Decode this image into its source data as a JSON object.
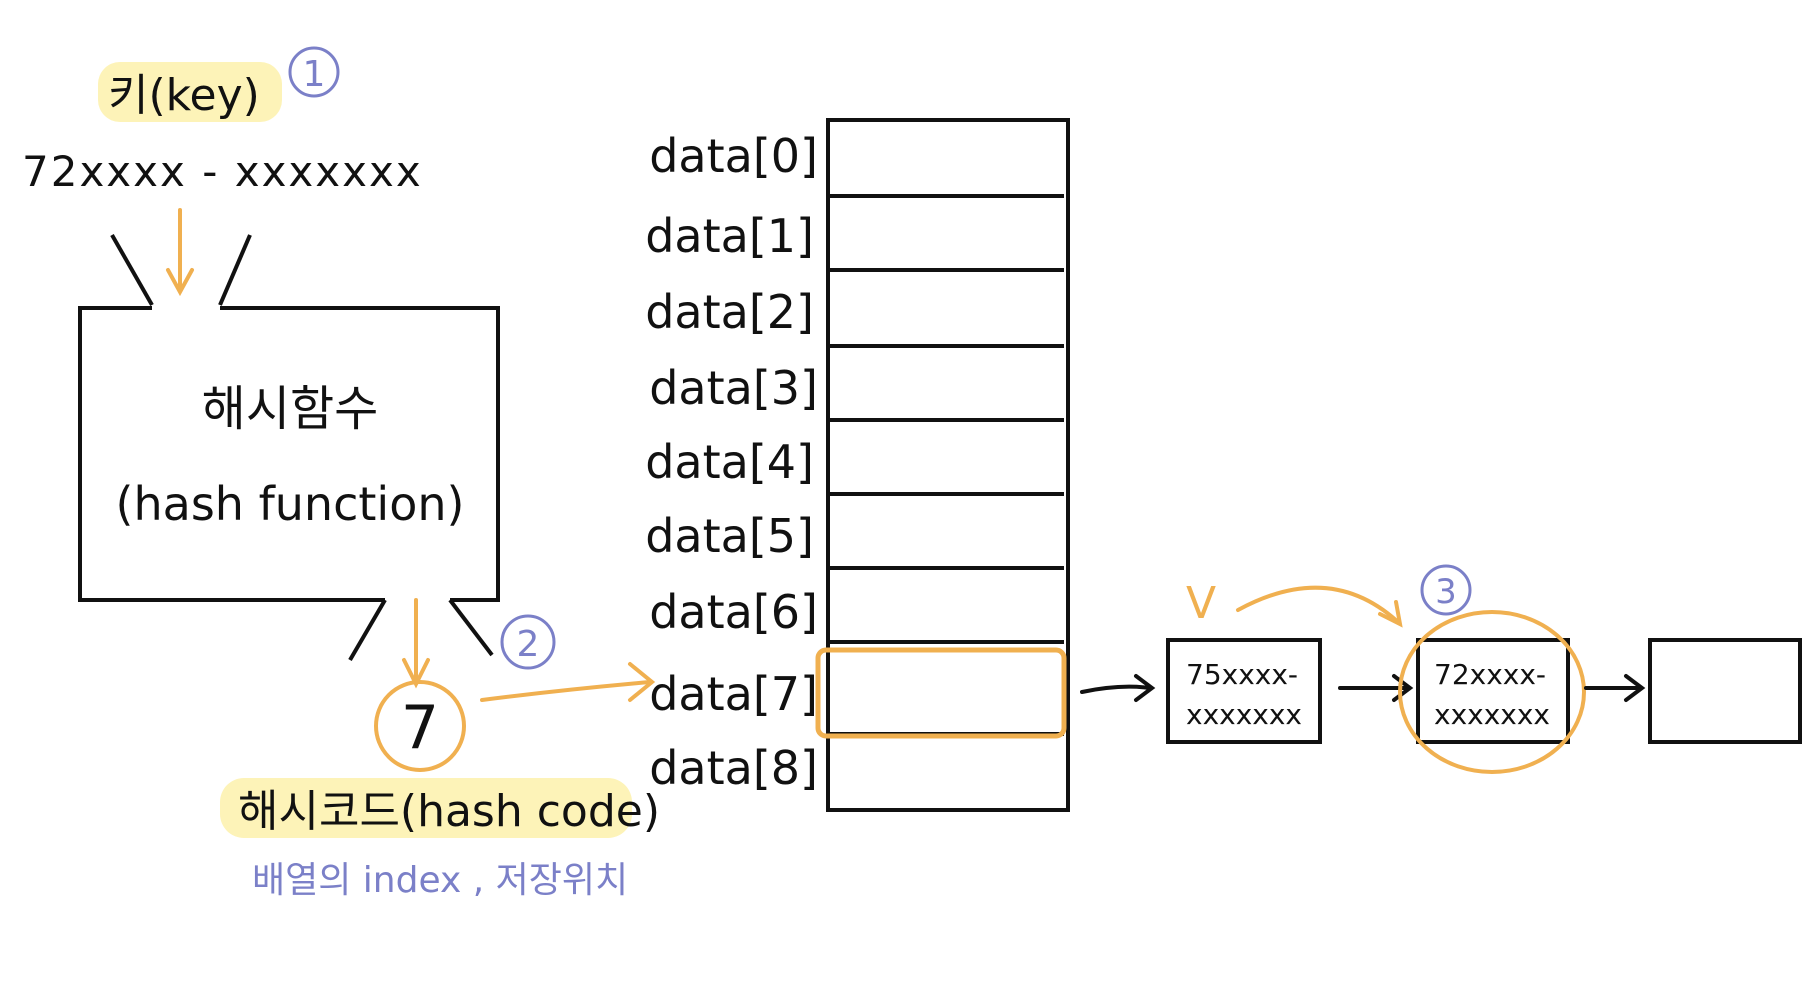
{
  "key": {
    "label": "키(key)",
    "value": "72xxxx - xxxxxxx",
    "step": "1"
  },
  "hash_function": {
    "label_ko": "해시함수",
    "label_en": "(hash function)"
  },
  "hash_code": {
    "value": "7",
    "label": "해시코드(hash code)",
    "note": "배열의 index , 저장위치",
    "step": "2"
  },
  "array": {
    "slots": [
      "data[0]",
      "data[1]",
      "data[2]",
      "data[3]",
      "data[4]",
      "data[5]",
      "data[6]",
      "data[7]",
      "data[8]"
    ],
    "highlight_index": 7
  },
  "chain": {
    "nodes": [
      {
        "line1": "75xxxx-",
        "line2": "xxxxxxx"
      },
      {
        "line1": "72xxxx-",
        "line2": "xxxxxxx"
      },
      {
        "line1": "",
        "line2": ""
      }
    ],
    "check_mark": "V",
    "step": "3"
  },
  "colors": {
    "ink": "#111111",
    "orange": "#f0b050",
    "yellow_highlight": "#fdf3b8",
    "purple": "#7b80c8"
  }
}
